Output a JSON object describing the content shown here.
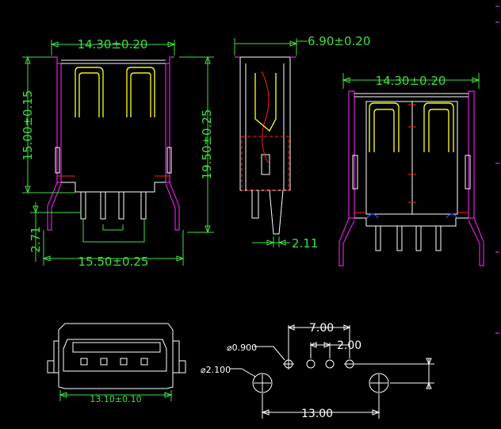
{
  "dimensions": {
    "front_width": "14.30±0.20",
    "front_height": "15.00±0.15",
    "side_height": "19.50±0.25",
    "pin_offset": "2.71",
    "pin_span": "15.50±0.25",
    "side_width": "6.90±0.20",
    "side_pin": "2.11",
    "back_width": "14.30±0.20",
    "face_width": "13.10±0.10",
    "hole_small": "⌀0.900",
    "hole_large": "⌀2.100",
    "pin_pitch_total": "7.00",
    "pin_pitch": "2.00",
    "mount_span": "13.00"
  },
  "colors": {
    "dimension": "#3fe03f",
    "outline": "#ffffff",
    "body": "#e020e0",
    "contact": "#f0f020",
    "hidden": "#ff2020"
  }
}
